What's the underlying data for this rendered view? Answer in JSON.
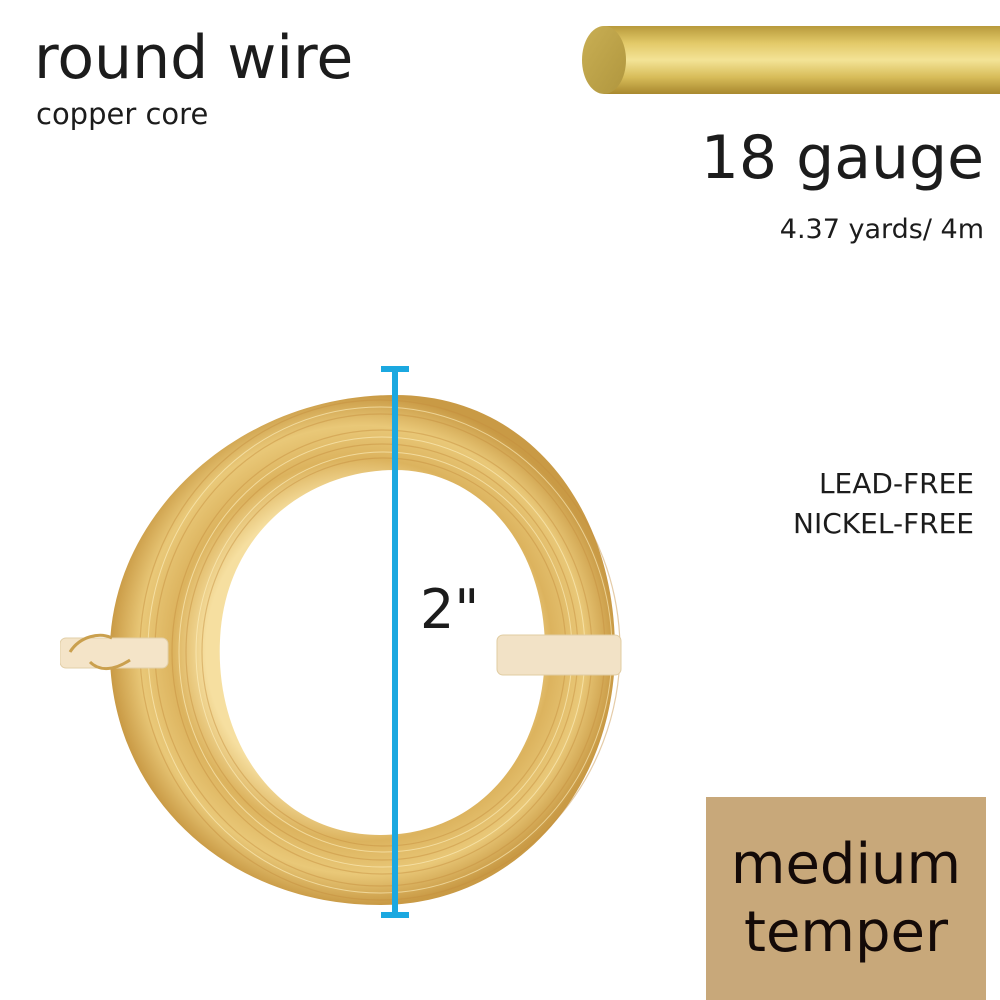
{
  "header": {
    "title": "round wire",
    "subtitle": "copper core"
  },
  "spec": {
    "gauge": "18 gauge",
    "length": "4.37 yards/ 4m"
  },
  "features": [
    "LEAD-FREE",
    "NICKEL-FREE"
  ],
  "measurement": {
    "label": "2\"",
    "line_color": "#1ba8e0"
  },
  "temper": {
    "line1": "medium",
    "line2": "temper",
    "background": "#c8a87a"
  },
  "colors": {
    "wire_gold": "#d9b763",
    "rod_gold": "#e5cf72",
    "text": "#1c1c1c"
  }
}
